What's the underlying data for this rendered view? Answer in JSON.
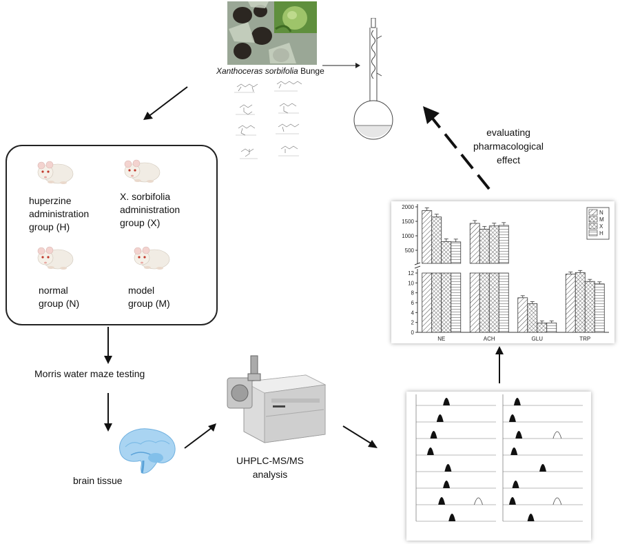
{
  "plant": {
    "name_italic": "Xanthoceras sorbifolia",
    "name_plain": " Bunge"
  },
  "effect_label": {
    "line1": "evaluating",
    "line2": "pharmacological",
    "line3": "effect"
  },
  "groups": [
    {
      "line1": "huperzine",
      "line2": "administration",
      "line3": "group (H)"
    },
    {
      "line1": "X. sorbifolia",
      "line2": "administration",
      "line3": "group (X)"
    },
    {
      "line1": "normal",
      "line2": "group (N)"
    },
    {
      "line1": "model",
      "line2": "group (M)"
    }
  ],
  "steps": {
    "maze": "Morris water maze testing",
    "tissue": "brain tissue",
    "analysis_line1": "UHPLC-MS/MS",
    "analysis_line2": "analysis"
  },
  "chart_data": {
    "type": "bar",
    "categories": [
      "NE",
      "ACH",
      "GLU",
      "TRP"
    ],
    "series": [
      {
        "name": "N",
        "values": [
          null,
          null,
          7.0,
          11.8
        ]
      },
      {
        "name": "M",
        "values": [
          null,
          null,
          5.8,
          12.1
        ]
      },
      {
        "name": "X",
        "values": [
          null,
          null,
          1.9,
          10.3
        ]
      },
      {
        "name": "H",
        "values": [
          null,
          null,
          1.9,
          9.8
        ]
      }
    ],
    "upper_series": [
      {
        "name": "N",
        "values": [
          1870,
          1430,
          null,
          null
        ]
      },
      {
        "name": "M",
        "values": [
          1650,
          1230,
          null,
          null
        ]
      },
      {
        "name": "X",
        "values": [
          800,
          1340,
          null,
          null
        ]
      },
      {
        "name": "H",
        "values": [
          790,
          1360,
          null,
          null
        ]
      }
    ],
    "upper_ticks": [
      "2000",
      "1500",
      "1000",
      "500"
    ],
    "lower_ticks": [
      "12",
      "10",
      "8",
      "6",
      "4",
      "2",
      "0"
    ],
    "legend": [
      "N",
      "M",
      "X",
      "H"
    ],
    "ylim_upper": [
      0,
      2000
    ],
    "ylim_lower": [
      0,
      12
    ],
    "legend_placement": "top-right",
    "broken_axis": true,
    "patterns": {
      "N": "diagonal",
      "M": "crosshatch",
      "X": "diagonal-dense",
      "H": "horizontal"
    }
  }
}
